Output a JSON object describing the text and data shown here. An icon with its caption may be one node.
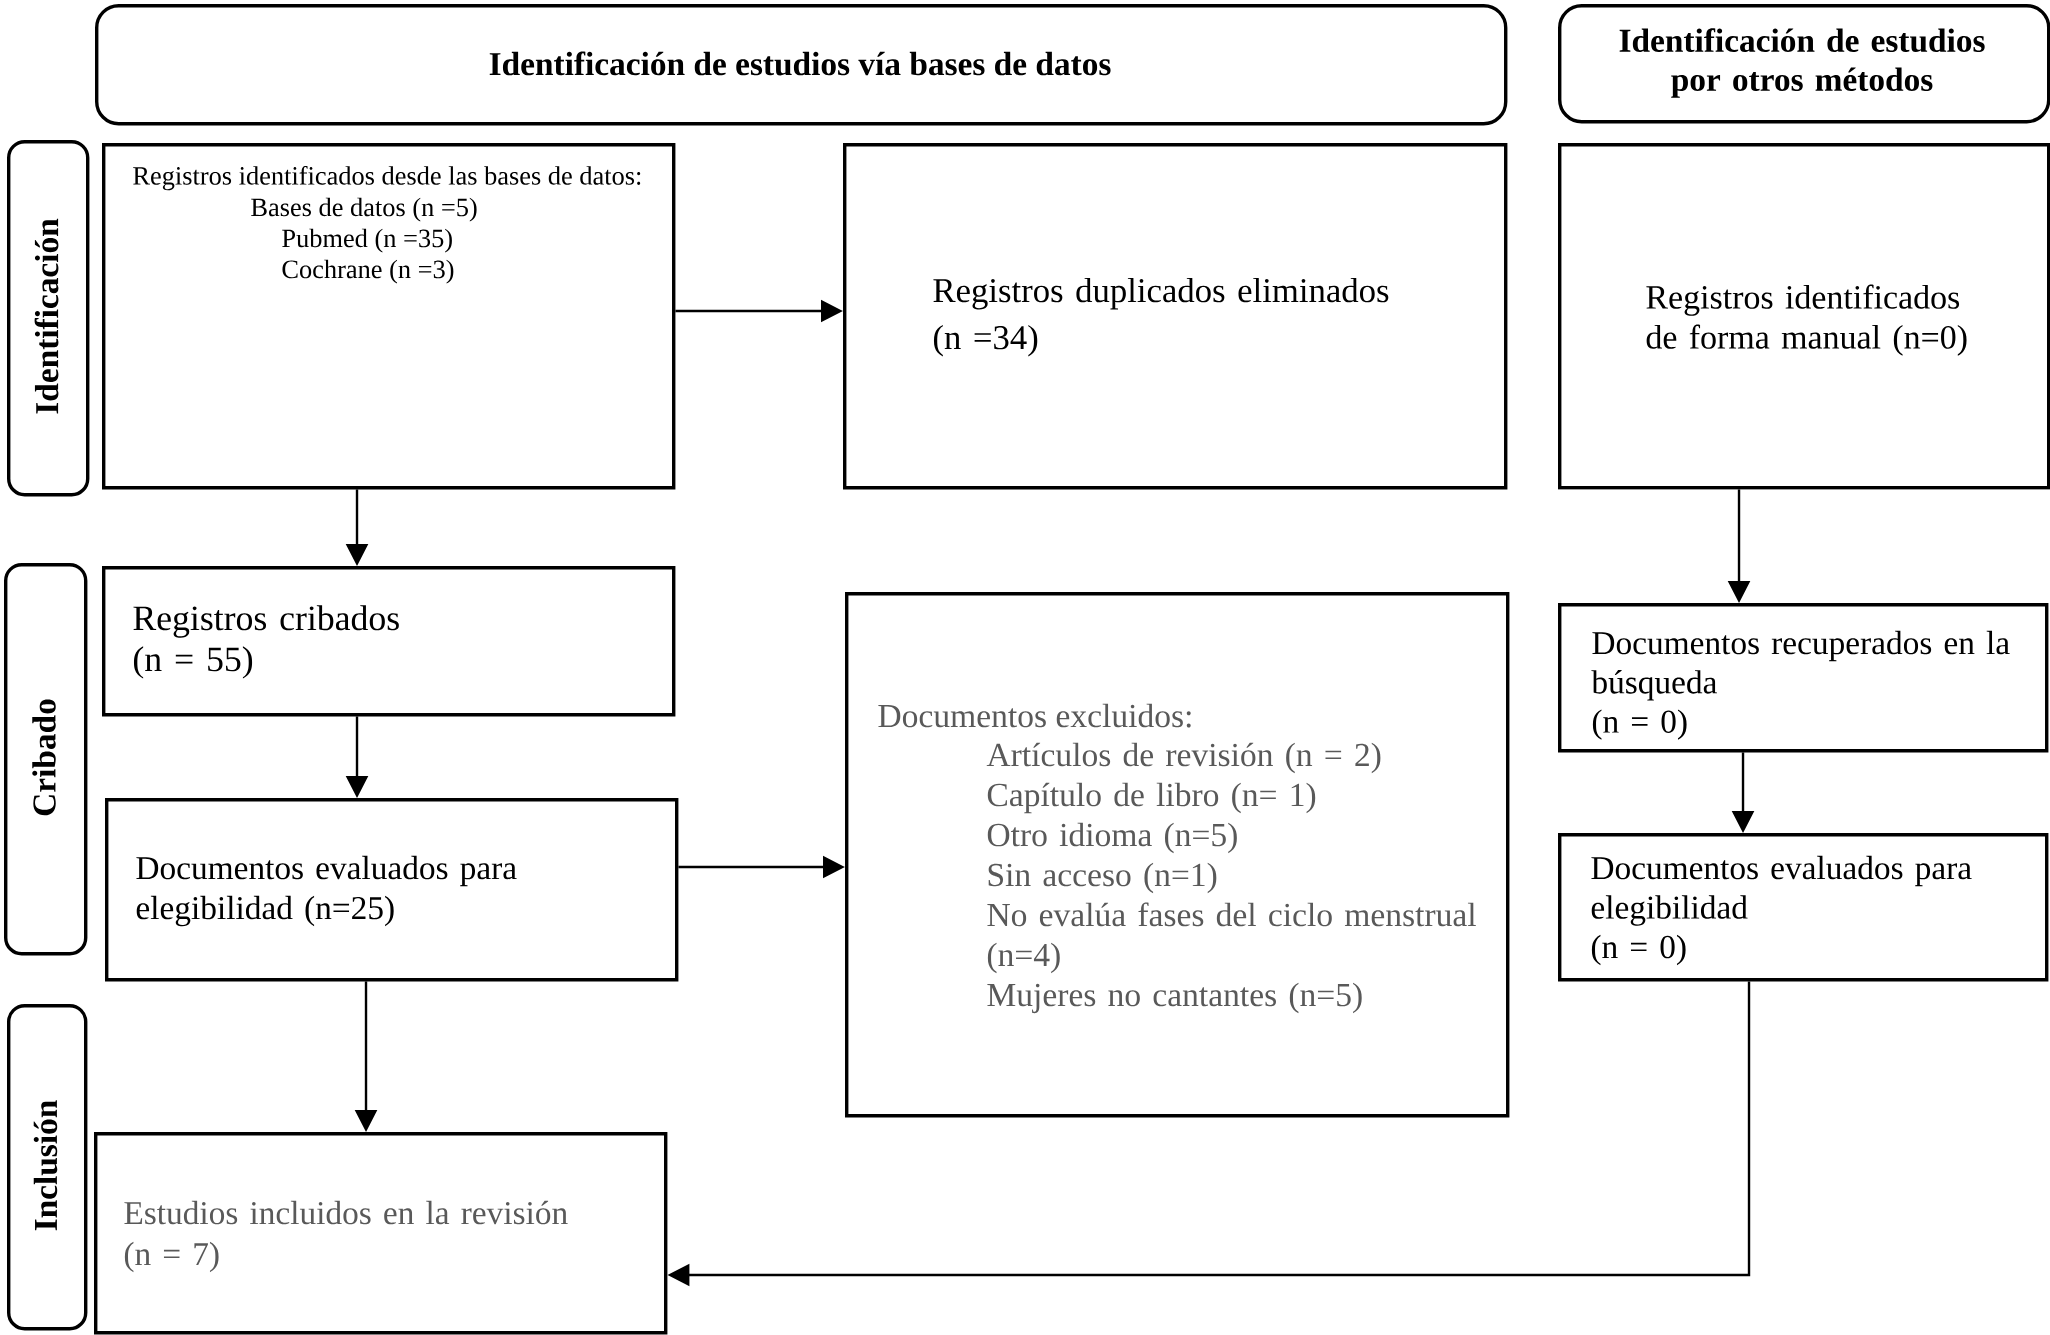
{
  "diagram": {
    "nodes": [
      {
        "text": [
          "Identificación de estudios vía bases de datos"
        ]
      },
      {
        "text": [
          "Identificación de estudios por otros métodos"
        ]
      },
      {
        "text": [
          "Identificación"
        ]
      },
      {
        "text": [
          "Registros identificados desde las bases de datos:",
          "Bases de datos (n =5)",
          "Pubmed (n =35)",
          "Cochrane (n =3)"
        ]
      },
      {
        "text": [
          "Registros duplicados eliminados (n =34)"
        ]
      },
      {
        "text": [
          "Registros identificados de forma manual (n=0)"
        ]
      },
      {
        "text": [
          "Cribado"
        ]
      },
      {
        "text": [
          "Registros cribados (n = 55)"
        ]
      },
      {
        "text": [
          "Documentos excluidos:",
          "Artículos de revisión (n = 2)",
          "Capítulo de libro (n= 1)",
          "Otro idioma (n=5)",
          "Sin acceso (n=1)",
          "No evalúa fases del ciclo menstrual (n=4)",
          "Mujeres no cantantes (n=5)"
        ]
      },
      {
        "text": [
          "Documentos recuperados en la búsqueda",
          "(n = 0)"
        ]
      },
      {
        "text": [
          "Documentos evaluados para elegibilidad (n=25)"
        ]
      },
      {
        "text": [
          "Documentos evaluados para elegibilidad",
          "(n = 0)"
        ]
      },
      {
        "text": [
          "Inclusión"
        ]
      },
      {
        "text": [
          "Estudios incluidos en la revisión (n = 7)"
        ]
      }
    ],
    "edges": [
      {
        "from": 3,
        "to": 4,
        "arrow": "to"
      },
      {
        "from": 3,
        "to": 7,
        "arrow": "to"
      },
      {
        "from": 7,
        "to": 10,
        "arrow": "to"
      },
      {
        "from": 10,
        "to": 8,
        "arrow": "to"
      },
      {
        "from": 10,
        "to": 13,
        "arrow": "to"
      },
      {
        "from": 5,
        "to": 9,
        "arrow": "to"
      },
      {
        "from": 9,
        "to": 11,
        "arrow": "to"
      },
      {
        "from": 11,
        "to": 13,
        "arrow": "to"
      }
    ]
  }
}
